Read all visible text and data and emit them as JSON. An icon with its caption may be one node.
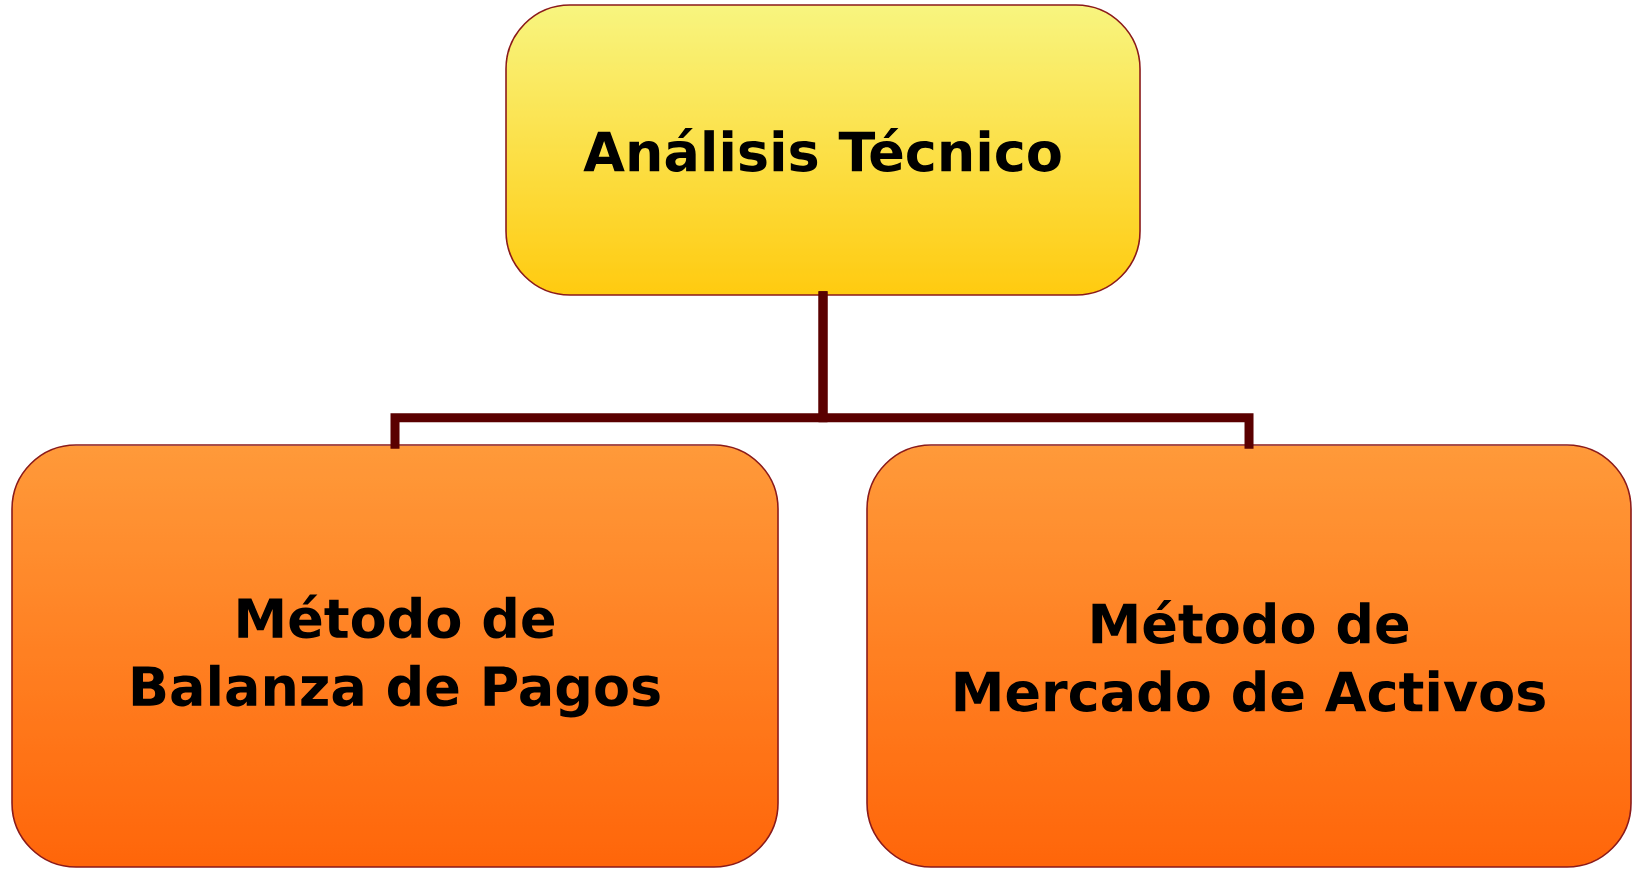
{
  "diagram": {
    "nodes": [
      {
        "text": [
          "Análisis Técnico"
        ]
      },
      {
        "text": [
          "Método de Balanza de Pagos"
        ]
      },
      {
        "text": [
          "Método de Mercado de Activos"
        ]
      }
    ],
    "edges": [
      {
        "from": 0,
        "to": 1,
        "arrow": "none"
      },
      {
        "from": 0,
        "to": 2,
        "arrow": "none"
      }
    ]
  }
}
